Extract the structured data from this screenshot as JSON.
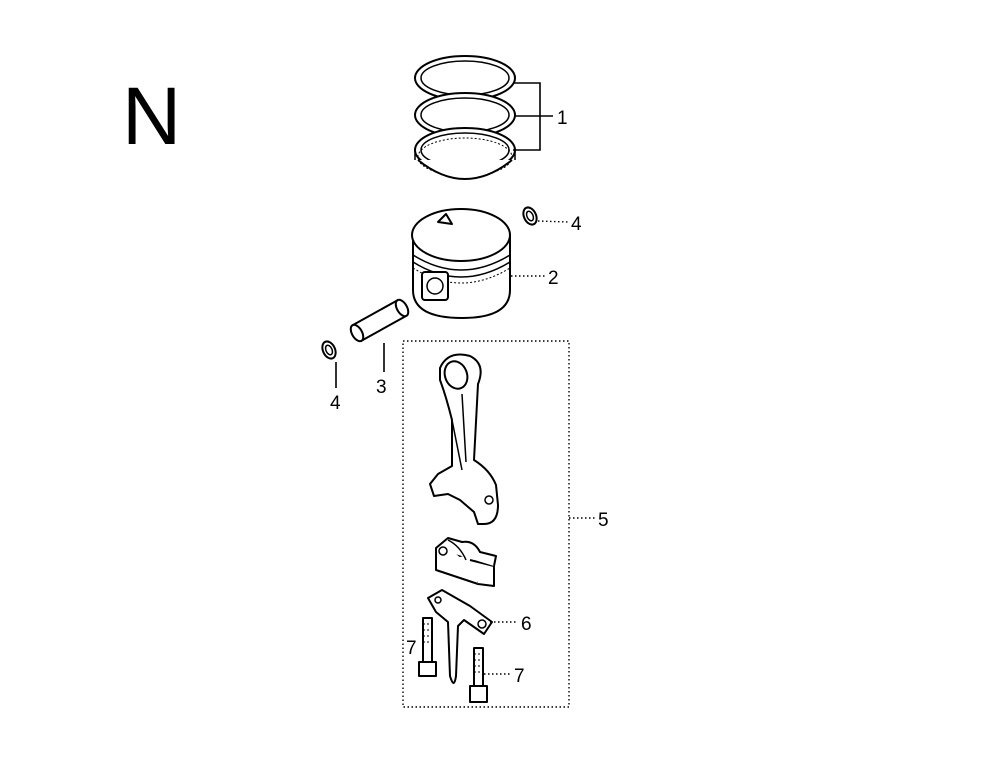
{
  "section_letter": "N",
  "callouts": {
    "piston_rings": "1",
    "piston": "2",
    "piston_pin": "3",
    "pin_clip_right": "4",
    "pin_clip_left": "4",
    "connecting_rod_set": "5",
    "oil_dipper": "6",
    "rod_bolt_left": "7",
    "rod_bolt_right": "7"
  }
}
